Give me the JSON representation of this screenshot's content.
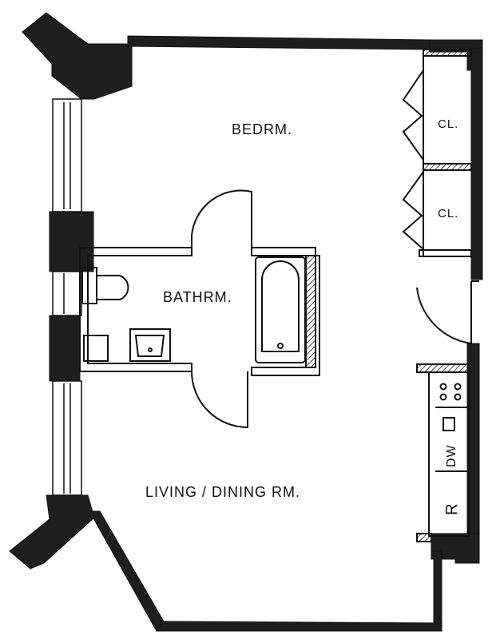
{
  "rooms": {
    "bedroom": "BEDRM.",
    "closet_1": "CL.",
    "closet_2": "CL.",
    "bathroom": "BATHRM.",
    "living": "LIVING / DINING RM."
  },
  "appliances": {
    "dishwasher": "DW",
    "refrigerator": "R"
  },
  "colors": {
    "wall": "#1a1a1a",
    "line": "#111111",
    "background": "#ffffff"
  }
}
